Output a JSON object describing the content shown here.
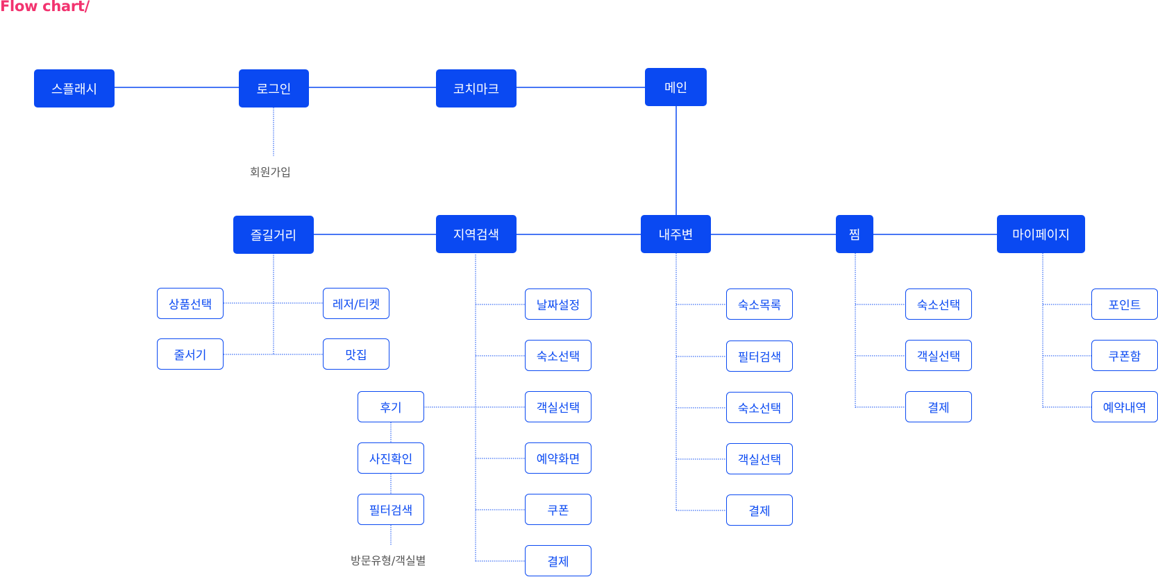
{
  "title": "Flow chart/",
  "colors": {
    "primary": "#0a49f2",
    "title": "#f2336f",
    "note": "#555555"
  },
  "nodes": {
    "splash": "스플래시",
    "login": "로그인",
    "coach": "코치마크",
    "main": "메인",
    "fun": "즐길거리",
    "region": "지역검색",
    "nearby": "내주변",
    "wish": "찜",
    "mypage": "마이페이지",
    "fun_product": "상품선택",
    "fun_leisure": "레저/티켓",
    "fun_queue": "줄서기",
    "fun_food": "맛집",
    "region_date": "날짜설정",
    "region_lodging": "숙소선택",
    "region_room": "객실선택",
    "region_booking": "예약화면",
    "region_coupon": "쿠폰",
    "region_pay": "결제",
    "review": "후기",
    "review_photo": "사진확인",
    "review_filter": "필터검색",
    "near_list": "숙소목록",
    "near_filter": "필터검색",
    "near_lodging": "숙소선택",
    "near_room": "객실선택",
    "near_pay": "결제",
    "wish_lodging": "숙소선택",
    "wish_room": "객실선택",
    "wish_pay": "결제",
    "my_point": "포인트",
    "my_coupon": "쿠폰함",
    "my_booking": "예약내역"
  },
  "notes": {
    "signup": "회원가입",
    "visit_type": "방문유형/객실별"
  }
}
